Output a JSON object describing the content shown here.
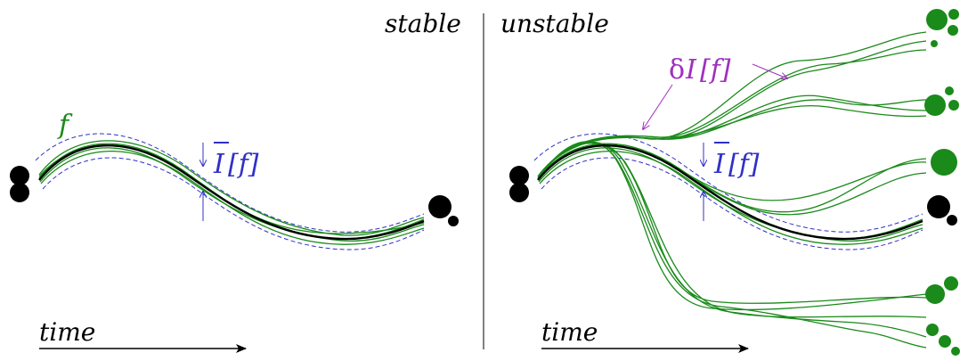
{
  "panels": {
    "left": {
      "title": "stable",
      "time_label": "time",
      "ensemble_label": "f",
      "average_label_main": "I",
      "average_label_arg": "[f]"
    },
    "right": {
      "title": "unstable",
      "time_label": "time",
      "average_label_main": "I",
      "average_label_arg": "[f]",
      "fluctuation_label_prefix": "δ",
      "fluctuation_label_main": "I",
      "fluctuation_label_arg": "[f]"
    }
  },
  "colors": {
    "ensemble": "#1a8a1a",
    "mean": "#000000",
    "envelope": "#3030c8",
    "fluctuation": "#a030c0",
    "divider": "#000000"
  }
}
